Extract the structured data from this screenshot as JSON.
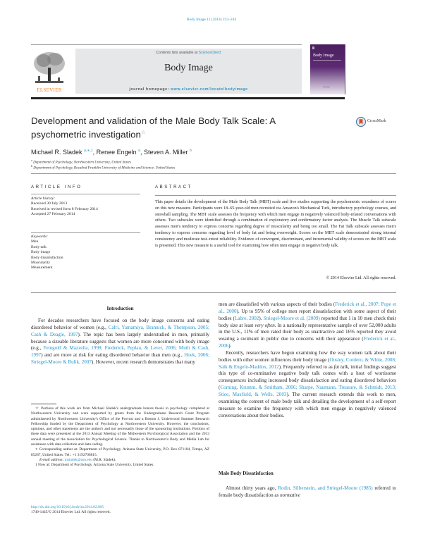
{
  "header": {
    "running_head": "Body Image 11 (2014) 233–244",
    "contents_prefix": "Contents lists available at ",
    "contents_link": "ScienceDirect",
    "journal_title": "Body Image",
    "homepage_label": "journal homepage: ",
    "homepage_url": "www.elsevier.com/locate/bodyimage",
    "publisher_logo_text": "ELSEVIER",
    "cover_title": "Body Image"
  },
  "article": {
    "title": "Development and validation of the Male Body Talk Scale: A psychometric investigation",
    "title_line1": "Development and validation of the Male Body Talk Scale: A",
    "title_line2": "psychometric investigation",
    "title_note_mark": "☆",
    "crossmark_label": "CrossMark",
    "authors": [
      {
        "name": "Michael R. Sladek",
        "marks": "a,∗,1"
      },
      {
        "name": "Renee Engeln",
        "marks": "a"
      },
      {
        "name": "Steven A. Miller",
        "marks": "b"
      }
    ],
    "affiliations": [
      {
        "mark": "a",
        "text": "Department of Psychology, Northwestern University, United States"
      },
      {
        "mark": "b",
        "text": "Department of Psychology, Rosalind Franklin University of Medicine and Science, United States"
      }
    ]
  },
  "article_info": {
    "heading": "ARTICLE INFO",
    "history_label": "Article history:",
    "history": [
      "Received 30 July 2013",
      "Received in revised form 8 February 2014",
      "Accepted 27 February 2014"
    ],
    "keywords_label": "Keywords:",
    "keywords": [
      "Men",
      "Body talk",
      "Body image",
      "Body dissatisfaction",
      "Muscularity",
      "Measurement"
    ]
  },
  "abstract": {
    "heading": "ABSTRACT",
    "text": "This paper details the development of the Male Body Talk (MBT) scale and five studies supporting the psychometric soundness of scores on this new measure. Participants were 18–65-year-old men recruited via Amazon's Mechanical Turk, introductory psychology courses, and snowball sampling. The MBT scale assesses the frequency with which men engage in negatively valenced body-related conversations with others. Two subscales were identified through a combination of exploratory and confirmatory factor analysis. The Muscle Talk subscale assesses men's tendency to express concerns regarding degree of muscularity and being too small. The Fat Talk subscale assesses men's tendency to express concerns regarding level of body fat and being overweight. Scores on the MBT scale demonstrated strong internal consistency and moderate test–retest reliability. Evidence of convergent, discriminant, and incremental validity of scores on the MBT scale is presented. This new measure is a useful tool for examining how often men engage in negative body talk.",
    "copyright": "© 2014 Elsevier Ltd. All rights reserved."
  },
  "body": {
    "intro_heading": "Introduction",
    "left_p1": [
      {
        "t": "For decades researchers have focused on the body image concerns and eating disordered behavior of women (e.g., "
      },
      {
        "c": "Cafri, Yamamiya, Brannick, & Thompson, 2005; Cash & Deagle, 1997"
      },
      {
        "t": "). The topic has been largely understudied in men, primarily because a sizeable literature suggests that women are more concerned with body image (e.g., "
      },
      {
        "c": "Feingold & Mazzella, 1998; Frederick, Peplau, & Lever, 2006; Muth & Cash, 1997"
      },
      {
        "t": ") and are more at risk for eating disordered behavior than men (e.g., "
      },
      {
        "c": "Hoek, 2006; Striegel-Moore & Bulik, 2007"
      },
      {
        "t": "). However, recent research demonstrates that many"
      }
    ],
    "right_p1": [
      {
        "t": "men are dissatisfied with various aspects of their bodies ("
      },
      {
        "c": "Frederick et al., 2007; Pope et al., 2000"
      },
      {
        "t": "). Up to 95% of college men report dissatisfaction with some aspect of their bodies ("
      },
      {
        "c": "Labre, 2002"
      },
      {
        "t": "). "
      },
      {
        "c": "Striegel-Moore et al. (2009)"
      },
      {
        "t": " reported that 1 in 10 men check their body size at least "
      },
      {
        "i": "very often"
      },
      {
        "t": ". In a nationally representative sample of over 52,000 adults in the U.S., 11% of men rated their body as unattractive and 16% reported they avoid wearing a swimsuit in public due to concerns with their appearance ("
      },
      {
        "c": "Frederick et al., 2006"
      },
      {
        "t": ")."
      }
    ],
    "right_p2": [
      {
        "t": "Recently, researchers have begun examining how the way women talk about their bodies with other women influences their body image ("
      },
      {
        "c": "Ousley, Cordero, & White, 2008; Salk & Engeln-Maddox, 2012"
      },
      {
        "t": "). Frequently referred to as "
      },
      {
        "i": "fat talk"
      },
      {
        "t": ", initial findings suggest this type of co-ruminative negative body talk comes with a host of worrisome consequences including increased body dissatisfaction and eating disordered behaviors ("
      },
      {
        "c": "Corning, Krumm, & Smitham, 2006; Sharpe, Naumann, Treasure, & Schmidt, 2013; Stice, Maxfield, & Wells, 2003"
      },
      {
        "t": "). The current research extends this work to men, examining the content of male body talk and detailing the development of a self-report measure to examine the frequency with which men engage in negatively valenced conversations about their bodies."
      }
    ],
    "section2_heading": "Male Body Dissatisfaction",
    "right_p3": [
      {
        "t": "Almost thirty years ago, "
      },
      {
        "c": "Rodin, Silberstein, and Striegel-Moore (1985)"
      },
      {
        "t": " referred to female body dissatisfaction as "
      },
      {
        "i": "normative"
      }
    ]
  },
  "footnotes": {
    "star_note": "Portions of this work are from Michael Sladek's undergraduate honors thesis in psychology completed at Northwestern University and were supported by grants from the Undergraduate Research Grant Program administered by Northwestern University's Office of the Provost and a Benton J. Underwood Summer Research Fellowship funded by the Department of Psychology at Northwestern University. However, the conclusions, opinions, and other statements are the author's and not necessarily those of the sponsoring institutions. Portions of these data were presented at the 2013 Annual Meeting of the Midwestern Psychological Association and the 2013 annual meeting of the Association for Psychological Science. Thanks to Northwestern's Body and Media Lab for assistance with data collection and data coding.",
    "corresponding_note": "Corresponding author at: Department of Psychology, Arizona State University, P.O. Box 871104, Tempe, AZ 85287, United States. Tel.: +1 3192706815.",
    "email_label": "E-mail address:",
    "email": "msladek@asu.edu",
    "email_suffix": " (M.R. Sladek).",
    "note1": "Now at: Department of Psychology, Arizona State University, United States.",
    "doi": "http://dx.doi.org/10.1016/j.bodyim.2014.02.005",
    "issn_line": "1740-1445/© 2014 Elsevier Ltd. All rights reserved."
  },
  "colors": {
    "link": "#2a95c8",
    "elsevier_orange": "#f47f20",
    "banner_gray": "#e6e7e8",
    "cover_purple": "#5c2a72"
  }
}
